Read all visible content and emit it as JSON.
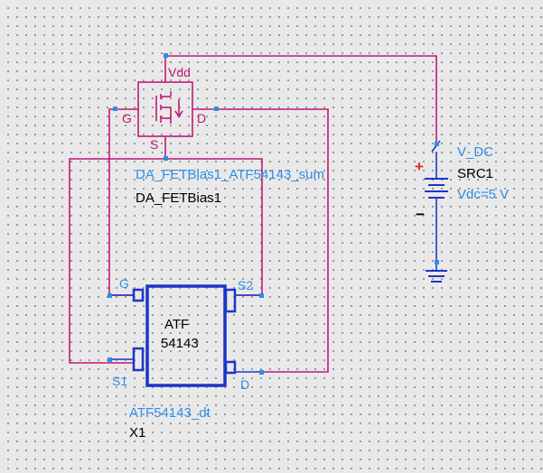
{
  "colors": {
    "wire": "#c2187a",
    "component": "#1c36c8",
    "label_blue": "#2a8fe8",
    "node": "#2a8fe8",
    "background": "#e9e9e9"
  },
  "fet_bias": {
    "pin_vdd": "Vdd",
    "pin_g": "G",
    "pin_d": "D",
    "pin_s": "S",
    "model": "DA_FETBias1_ATF54143_sum",
    "instance": "DA_FETBias1"
  },
  "dc_source": {
    "type": "V_DC",
    "instance": "SRC1",
    "value": "Vdc=5 V",
    "plus": "+",
    "minus": "−"
  },
  "transistor": {
    "body_line1": "ATF",
    "body_line2": "54143",
    "pin_g": "G",
    "pin_s2": "S2",
    "pin_s1": "S1",
    "pin_d": "D",
    "model": "ATF54143_dt",
    "instance": "X1"
  }
}
